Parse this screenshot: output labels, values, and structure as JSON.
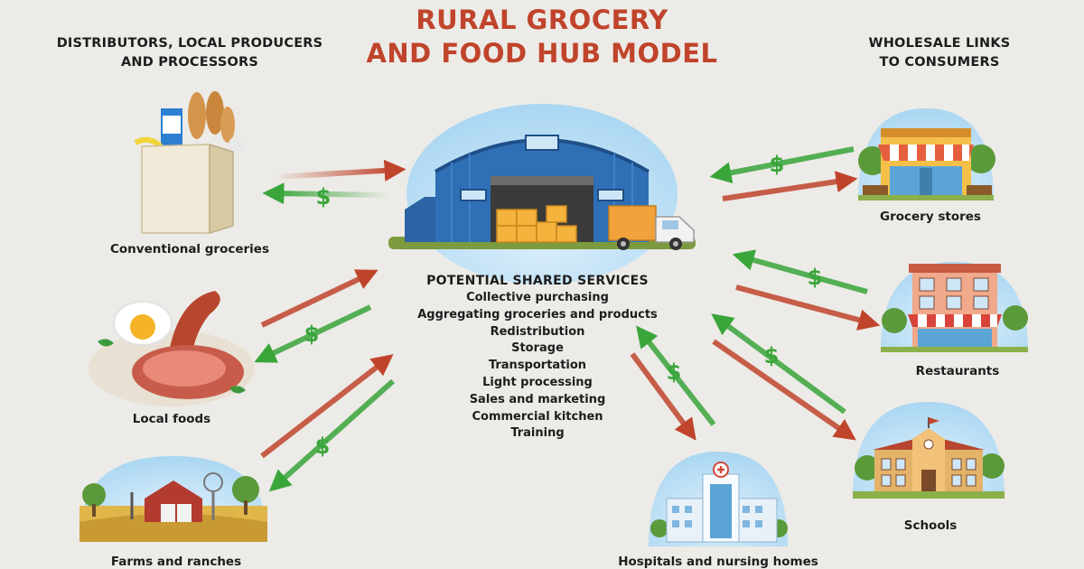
{
  "title_line1": "RURAL GROCERY",
  "title_line2": "AND FOOD HUB MODEL",
  "left_heading_line1": "DISTRIBUTORS, LOCAL PRODUCERS",
  "left_heading_line2": "AND PROCESSORS",
  "right_heading_line1": "WHOLESALE LINKS",
  "right_heading_line2": "TO CONSUMERS",
  "hub": {
    "truck_icon": "delivery-truck-icon",
    "warehouse_icon": "warehouse-icon"
  },
  "services": {
    "title": "POTENTIAL SHARED SERVICES",
    "items": [
      "Collective purchasing",
      "Aggregating groceries and products",
      "Redistribution",
      "Storage",
      "Transportation",
      "Light processing",
      "Sales and marketing",
      "Commercial kitchen",
      "Training"
    ]
  },
  "suppliers": [
    {
      "label": "Conventional groceries",
      "icon": "grocery-bag-icon"
    },
    {
      "label": "Local foods",
      "icon": "meat-and-egg-icon"
    },
    {
      "label": "Farms and ranches",
      "icon": "farm-barn-icon"
    }
  ],
  "consumers": [
    {
      "label": "Grocery stores",
      "icon": "storefront-icon"
    },
    {
      "label": "Restaurants",
      "icon": "restaurant-icon"
    },
    {
      "label": "Schools",
      "icon": "school-icon"
    },
    {
      "label": "Hospitals and nursing homes",
      "icon": "hospital-icon"
    }
  ],
  "money_symbol": "$",
  "colors": {
    "title": "#c0442b",
    "goods_arrow": "#c0442b",
    "money_arrow": "#3aa53a",
    "hub_blue": "#2f6fb5",
    "background": "#ecebe7"
  }
}
